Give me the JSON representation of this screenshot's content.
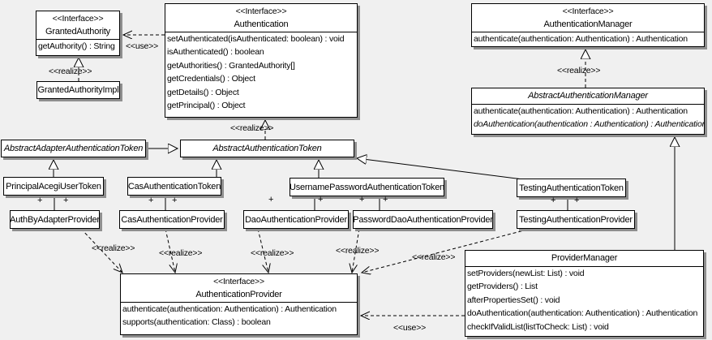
{
  "diagram": {
    "background_color": "#f0f0f0",
    "box_fill": "#ffffff",
    "line_color": "#000000",
    "shadow_color": "#8f8f8f"
  },
  "labels": {
    "use": "<<use>>",
    "realize": "<<realize>>",
    "plus": "+"
  },
  "classes": {
    "granted_authority": {
      "stereotype": "<<Interface>>",
      "name": "GrantedAuthority",
      "methods": [
        "getAuthority() : String"
      ]
    },
    "granted_authority_impl": {
      "name": "GrantedAuthorityImpl"
    },
    "authentication": {
      "stereotype": "<<Interface>>",
      "name": "Authentication",
      "methods": [
        "setAuthenticated(isAuthenticated: boolean) : void",
        "isAuthenticated() : boolean",
        "getAuthorities() : GrantedAuthority[]",
        "getCredentials() : Object",
        "getDetails() : Object",
        "getPrincipal() : Object"
      ]
    },
    "authentication_manager": {
      "stereotype": "<<Interface>>",
      "name": "AuthenticationManager",
      "methods": [
        "authenticate(authentication: Authentication) : Authentication"
      ]
    },
    "abstract_authentication_manager": {
      "name": "AbstractAuthenticationManager",
      "methods": [
        "authenticate(authentication: Authentication) : Authentication",
        "doAuthentication(authentication : Authentication) : Authentication"
      ]
    },
    "abstract_adapter_authentication_token": {
      "name": "AbstractAdapterAuthenticationToken"
    },
    "abstract_authentication_token": {
      "name": "AbstractAuthenticationToken"
    },
    "principal_acegi_user_token": {
      "name": "PrincipalAcegiUserToken"
    },
    "cas_authentication_token": {
      "name": "CasAuthenticationToken"
    },
    "username_password_authentication_token": {
      "name": "UsernamePasswordAuthenticationToken"
    },
    "testing_authentication_token": {
      "name": "TestingAuthenticationToken"
    },
    "auth_by_adapter_provider": {
      "name": "AuthByAdapterProvider"
    },
    "cas_authentication_provider": {
      "name": "CasAuthenticationProvider"
    },
    "dao_authentication_provider": {
      "name": "DaoAuthenticationProvider"
    },
    "password_dao_authentication_provider": {
      "name": "PasswordDaoAuthenticationProvider"
    },
    "testing_authentication_provider": {
      "name": "TestingAuthenticationProvider"
    },
    "authentication_provider": {
      "stereotype": "<<Interface>>",
      "name": "AuthenticationProvider",
      "methods": [
        "authenticate(authentication: Authentication) : Authentication",
        "supports(authentication: Class) : boolean"
      ]
    },
    "provider_manager": {
      "name": "ProviderManager",
      "methods": [
        "setProviders(newList: List) : void",
        "getProviders() : List",
        "afterPropertiesSet() : void",
        "doAuthentication(authentication: Authentication) : Authentication",
        "checkIfValidList(listToCheck: List) : void"
      ]
    }
  }
}
